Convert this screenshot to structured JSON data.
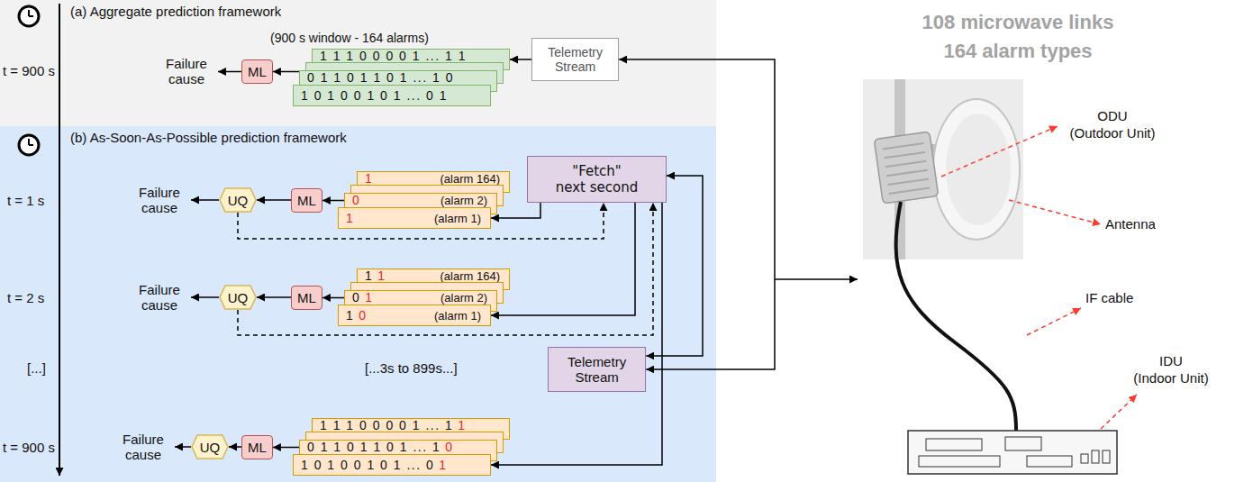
{
  "diagram": {
    "nodes": [
      {
        "text": [
          "(a) Aggregate prediction framework"
        ]
      },
      {
        "text": [
          "ML"
        ],
        "in": 0
      },
      {
        "text": [
          "1 1 1 0 0 0 0 1 ... 1 1"
        ],
        "in": 0
      },
      {
        "text": [
          "0 1 1 0 1 1 0 1 ... 1 0"
        ],
        "in": 0
      },
      {
        "text": [
          "1 0 1 0 0 1 0 1 ... 0 1"
        ],
        "in": 0
      },
      {
        "text": [
          "Telemetry Stream"
        ],
        "in": 0
      },
      {
        "text": [
          "(b) As-Soon-As-Possible prediction framework"
        ]
      },
      {
        "text": [
          "UQ"
        ],
        "in": 6
      },
      {
        "text": [
          "ML"
        ],
        "in": 6
      },
      {
        "text": [
          "1",
          "(alarm 164)"
        ],
        "in": 6
      },
      {
        "text": [
          "0",
          "(alarm 2)"
        ],
        "in": 6
      },
      {
        "text": [
          "1",
          "(alarm 1)"
        ],
        "in": 6
      },
      {
        "text": [
          "\"Fetch\" next second"
        ],
        "in": 6
      },
      {
        "text": [
          "UQ"
        ],
        "in": 6
      },
      {
        "text": [
          "ML"
        ],
        "in": 6
      },
      {
        "text": [
          "1",
          "1",
          "(alarm 164)"
        ],
        "in": 6
      },
      {
        "text": [
          "0",
          "1",
          "(alarm 2)"
        ],
        "in": 6
      },
      {
        "text": [
          "1",
          "0",
          "(alarm 1)"
        ],
        "in": 6
      },
      {
        "text": [
          "Telemetry Stream"
        ],
        "in": 6
      },
      {
        "text": [
          "UQ"
        ],
        "in": 6
      },
      {
        "text": [
          "ML"
        ],
        "in": 6
      },
      {
        "text": [
          "1 1 1 0 0 0 0 1 ... 1",
          "1"
        ],
        "in": 6
      },
      {
        "text": [
          "0 1 1 0 1 1 0 1 ... 1",
          "0"
        ],
        "in": 6
      },
      {
        "text": [
          "1 0 1 0 0 1 0 1 ... 0",
          "1"
        ],
        "in": 6
      }
    ],
    "edges": [
      {
        "from": 3,
        "to": 1,
        "arrow": "to"
      },
      {
        "from": 5,
        "to": 2,
        "arrow": "to"
      },
      {
        "from": 5,
        "to": 18,
        "arrow": "both"
      },
      {
        "from": 10,
        "to": 8,
        "arrow": "to"
      },
      {
        "from": 8,
        "to": 7,
        "arrow": "to"
      },
      {
        "from": 7,
        "to": 12,
        "arrow": "to"
      },
      {
        "from": 12,
        "to": 11,
        "arrow": "to"
      },
      {
        "from": 12,
        "to": 18,
        "arrow": "both"
      },
      {
        "from": 16,
        "to": 14,
        "arrow": "to"
      },
      {
        "from": 14,
        "to": 13,
        "arrow": "to"
      },
      {
        "from": 13,
        "to": 12,
        "arrow": "to"
      },
      {
        "from": 12,
        "to": 17,
        "arrow": "to"
      },
      {
        "from": 22,
        "to": 20,
        "arrow": "to"
      },
      {
        "from": 20,
        "to": 19,
        "arrow": "to"
      },
      {
        "from": 12,
        "to": 23,
        "arrow": "to"
      }
    ],
    "labels": [
      "t = 900 s",
      "(900 s window - 164 alarms)",
      "Failure cause",
      "t = 1 s",
      "Failure cause",
      "t = 2 s",
      "Failure cause",
      "[...]",
      "[...3s to 899s...]",
      "t = 900 s",
      "Failure cause",
      "108 microwave links",
      "164 alarm types",
      "ODU",
      "(Outdoor Unit)",
      "Antenna",
      "IF cable",
      "IDU",
      "(Indoor Unit)"
    ]
  }
}
